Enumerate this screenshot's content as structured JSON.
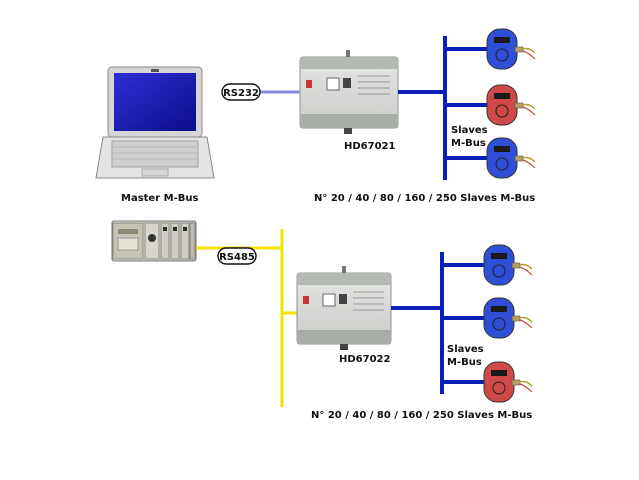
{
  "top": {
    "master_label": "Master M-Bus",
    "bus_tag": "RS232",
    "device_name": "HD67021",
    "slaves_line1": "Slaves",
    "slaves_line2": "M-Bus",
    "caption": "N° 20 / 40 / 80 / 160 / 250 Slaves M-Bus",
    "meter_colors": [
      "#2f4fd8",
      "#d04848",
      "#2f4fd8"
    ]
  },
  "bottom": {
    "bus_tag": "RS485",
    "device_name": "HD67022",
    "slaves_line1": "Slaves",
    "slaves_line2": "M-Bus",
    "caption": "N° 20 / 40 / 80 / 160 / 250 Slaves M-Bus",
    "meter_colors": [
      "#2f4fd8",
      "#2f4fd8",
      "#d04848"
    ]
  },
  "colors": {
    "mbus_line": "#0a1fb5",
    "rs232_line": "#8a8ae0",
    "rs485_line": "#f2e400"
  }
}
